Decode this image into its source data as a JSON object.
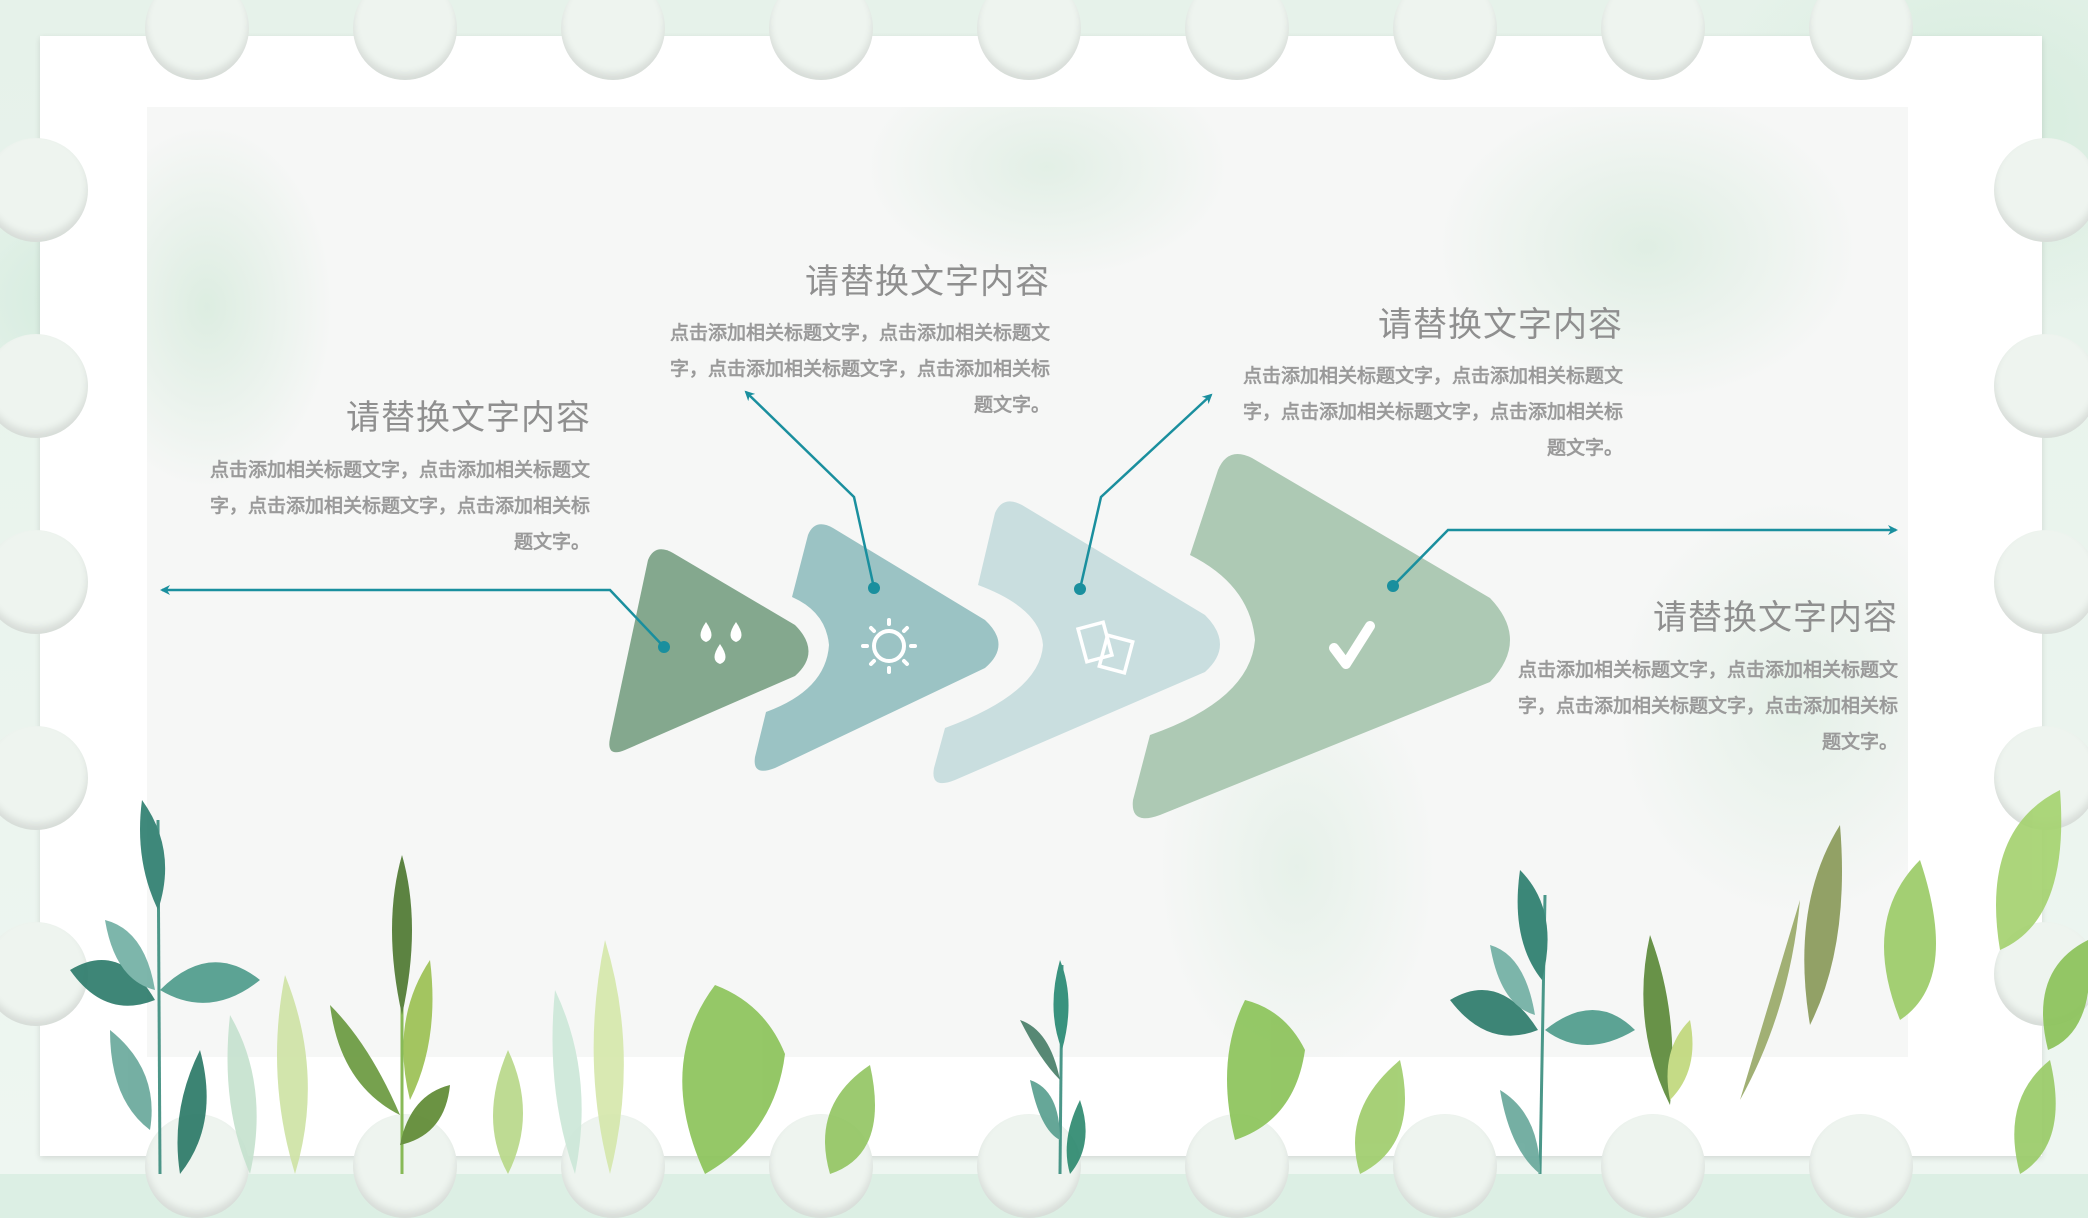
{
  "slide": {
    "colors": {
      "arrow_1": "#84a88e",
      "arrow_2": "#9bc3c4",
      "arrow_3": "#c9dedf",
      "arrow_4": "#adc9b4",
      "callout_line": "#1a8f9e",
      "title_text": "#8f8f8f",
      "body_text": "#9a9a9a"
    },
    "steps": [
      {
        "icon": "water-drops-icon",
        "title": "请替换文字内容",
        "body_line1": "点击添加相关标题文字，点击添加相关标题文",
        "body_line2": "字，点击添加相关标题文字，点击添加相关标",
        "body_line3": "题文字。"
      },
      {
        "icon": "sun-icon",
        "title": "请替换文字内容",
        "body_line1": "点击添加相关标题文字，点击添加相关标题文",
        "body_line2": "字，点击添加相关标题文字，点击添加相关标",
        "body_line3": "题文字。"
      },
      {
        "icon": "cards-icon",
        "title": "请替换文字内容",
        "body_line1": "点击添加相关标题文字，点击添加相关标题文",
        "body_line2": "字，点击添加相关标题文字，点击添加相关标",
        "body_line3": "题文字。"
      },
      {
        "icon": "checkmark-icon",
        "title": "请替换文字内容",
        "body_line1": "点击添加相关标题文字，点击添加相关标题文",
        "body_line2": "字，点击添加相关标题文字，点击添加相关标",
        "body_line3": "题文字。"
      }
    ]
  }
}
